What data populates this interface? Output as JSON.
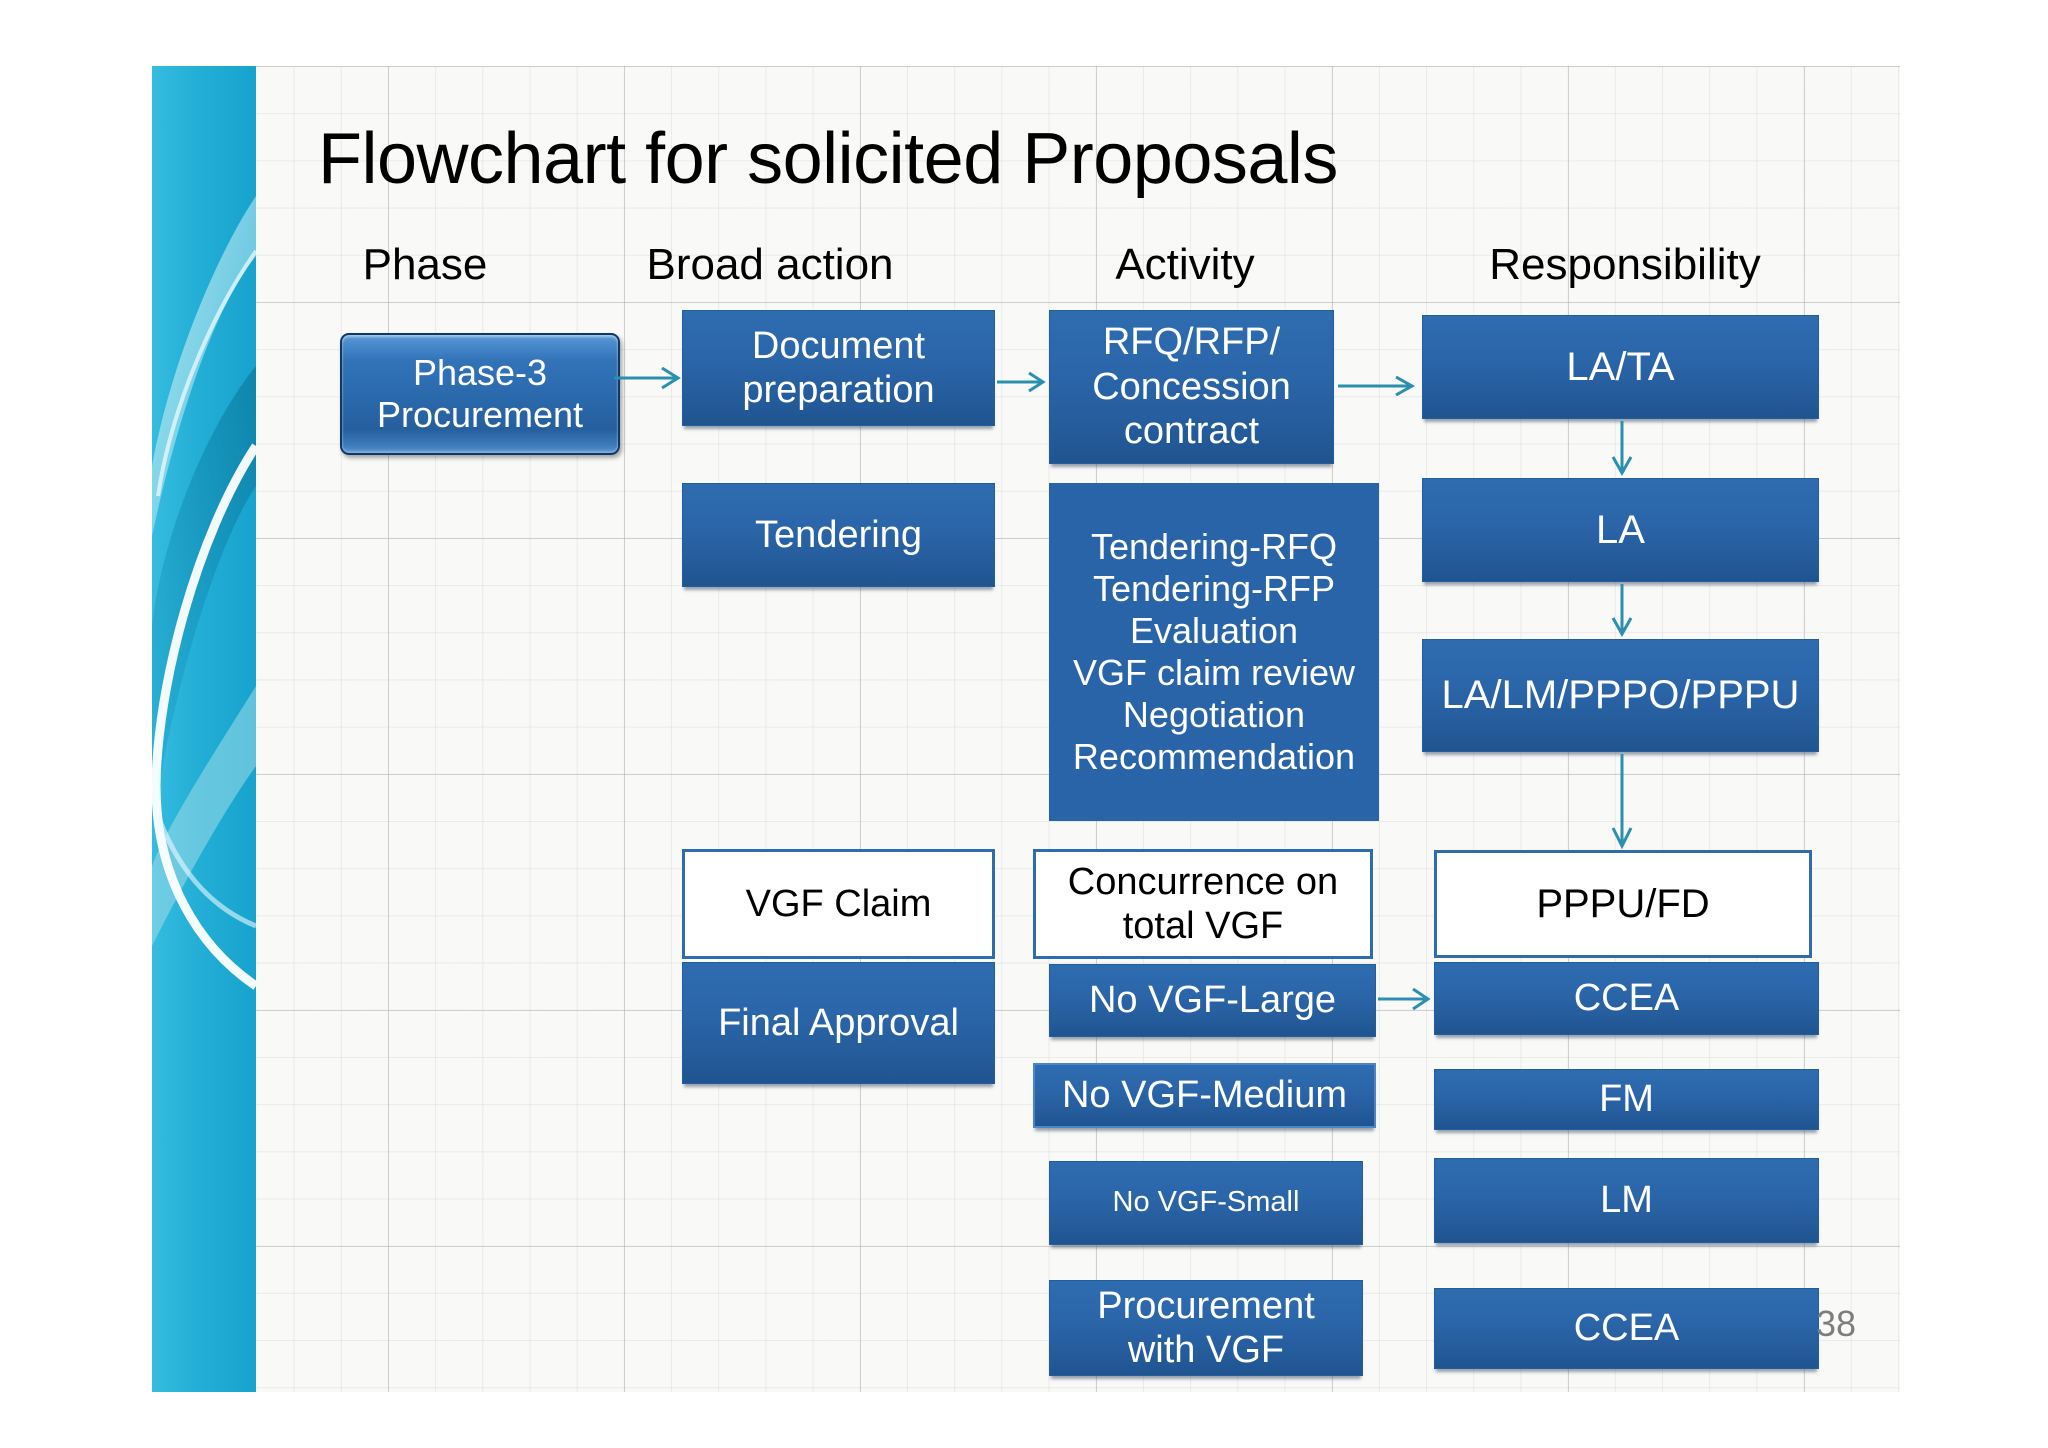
{
  "slide": {
    "title": "Flowchart for solicited Proposals",
    "page_number": "38"
  },
  "columns": [
    {
      "label": "Phase"
    },
    {
      "label": "Broad action"
    },
    {
      "label": "Activity"
    },
    {
      "label": "Responsibility"
    }
  ],
  "colors": {
    "box_fill": "#2a64a8",
    "box_border": "#255c9c",
    "arrow": "#2a8fb0",
    "band_cyan": "#22b0d8",
    "canvas": "#f9f9f7",
    "text_on_box": "#ffffff",
    "text_dark": "#000000"
  },
  "phase_column": {
    "boxes": [
      {
        "label": "Phase-3\nProcurement",
        "style": "bevel"
      }
    ]
  },
  "broad_action_column": {
    "boxes": [
      {
        "label": "Document\npreparation",
        "style": "flat"
      },
      {
        "label": "Tendering",
        "style": "flat"
      },
      {
        "label": "VGF  Claim",
        "style": "white"
      },
      {
        "label": "Final Approval",
        "style": "flat"
      }
    ]
  },
  "activity_column": {
    "boxes": [
      {
        "label": "RFQ/RFP/\nConcession\ncontract",
        "style": "flat"
      },
      {
        "label": "Tendering-RFQ\nTendering-RFP\nEvaluation\nVGF claim review\nNegotiation\nRecommendation",
        "style": "plain"
      },
      {
        "label": "Concurrence on\ntotal VGF",
        "style": "white"
      },
      {
        "label": "No VGF-Large",
        "style": "flat"
      },
      {
        "label": "No VGF-Medium",
        "style": "flat"
      },
      {
        "label": "No VGF-Small",
        "style": "flat"
      },
      {
        "label": "Procurement\nwith VGF",
        "style": "flat"
      }
    ]
  },
  "responsibility_column": {
    "boxes": [
      {
        "label": "LA/TA",
        "style": "flat"
      },
      {
        "label": "LA",
        "style": "flat"
      },
      {
        "label": "LA/LM/PPPO/PPPU",
        "style": "flat"
      },
      {
        "label": "PPPU/FD",
        "style": "white"
      },
      {
        "label": "CCEA",
        "style": "flat"
      },
      {
        "label": "FM",
        "style": "flat"
      },
      {
        "label": "LM",
        "style": "flat"
      },
      {
        "label": "CCEA",
        "style": "flat"
      }
    ]
  },
  "connectors": [
    {
      "from": "Phase-3 Procurement",
      "to": "Document preparation",
      "direction": "right"
    },
    {
      "from": "Document preparation",
      "to": "RFQ/RFP/Concession contract",
      "direction": "right"
    },
    {
      "from": "RFQ/RFP/Concession contract",
      "to": "LA/TA",
      "direction": "right"
    },
    {
      "from": "LA/TA",
      "to": "LA",
      "direction": "down"
    },
    {
      "from": "LA",
      "to": "LA/LM/PPPO/PPPU",
      "direction": "down"
    },
    {
      "from": "LA/LM/PPPO/PPPU",
      "to": "PPPU/FD",
      "direction": "down"
    },
    {
      "from": "No VGF-Large",
      "to": "CCEA",
      "direction": "right"
    }
  ]
}
